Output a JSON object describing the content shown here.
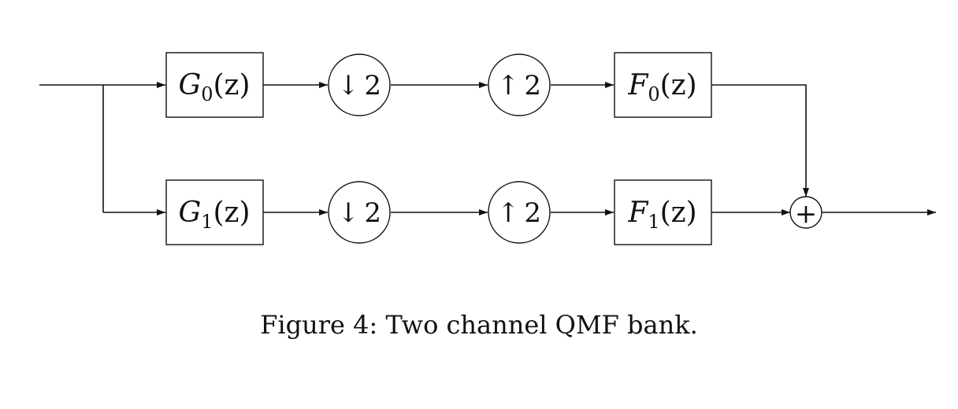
{
  "diagram": {
    "blocks": {
      "g0": {
        "name": "G",
        "sub": "0",
        "arg": "(z)"
      },
      "g1": {
        "name": "G",
        "sub": "1",
        "arg": "(z)"
      },
      "f0": {
        "name": "F",
        "sub": "0",
        "arg": "(z)"
      },
      "f1": {
        "name": "F",
        "sub": "1",
        "arg": "(z)"
      }
    },
    "ops": {
      "down0": {
        "arrow": "↓",
        "factor": "2"
      },
      "down1": {
        "arrow": "↓",
        "factor": "2"
      },
      "up0": {
        "arrow": "↑",
        "factor": "2"
      },
      "up1": {
        "arrow": "↑",
        "factor": "2"
      },
      "sum": {
        "symbol": "+"
      }
    }
  },
  "caption": "Figure 4:  Two channel QMF bank."
}
